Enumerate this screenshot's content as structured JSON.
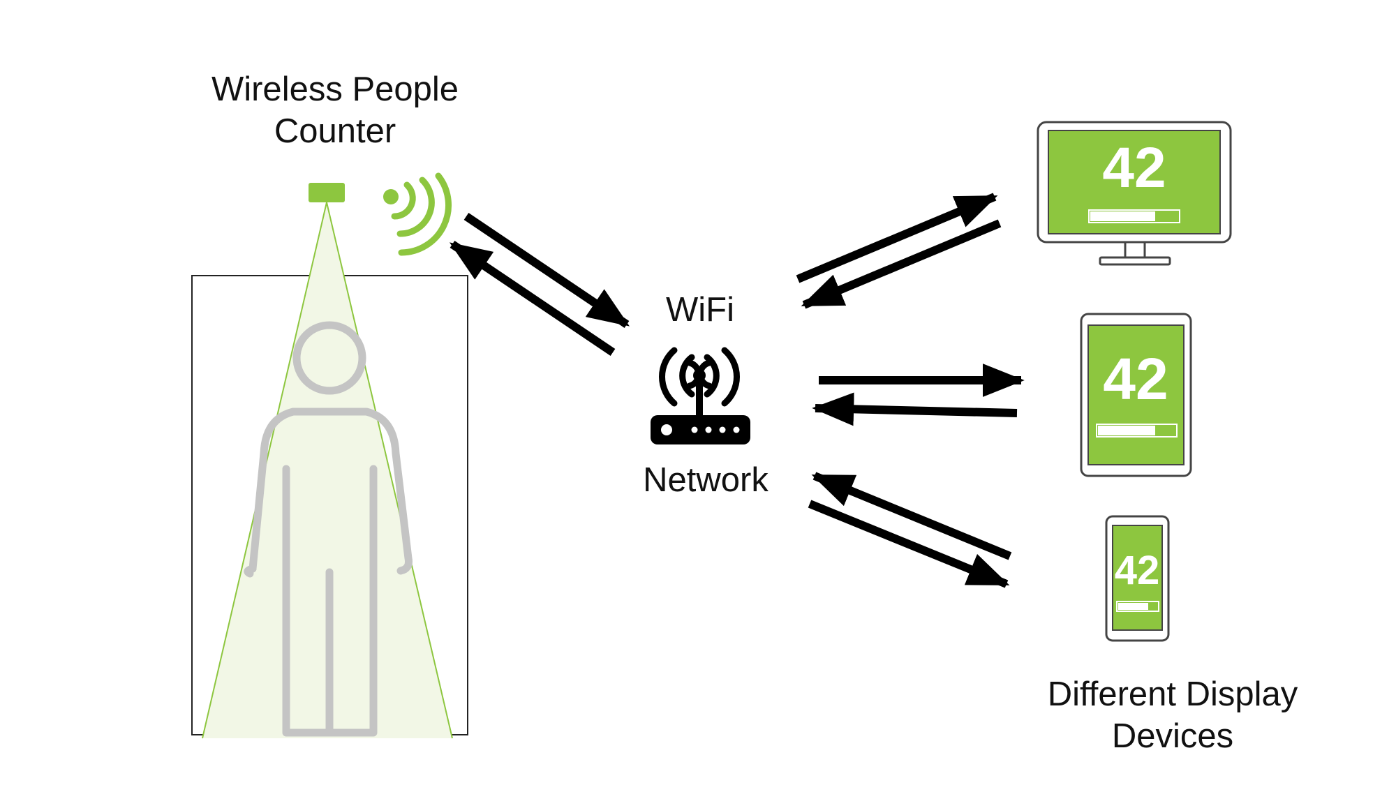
{
  "labels": {
    "counter_line1": "Wireless People",
    "counter_line2": "Counter",
    "wifi": "WiFi",
    "network": "Network",
    "devices_line1": "Different Display",
    "devices_line2": "Devices"
  },
  "displays": {
    "monitor_count": "42",
    "tablet_count": "42",
    "phone_count": "42"
  },
  "colors": {
    "accent_green": "#8dc63f",
    "light_green": "#f2f7e6",
    "figure_gray": "#c4c4c4",
    "arrow": "#000000"
  }
}
